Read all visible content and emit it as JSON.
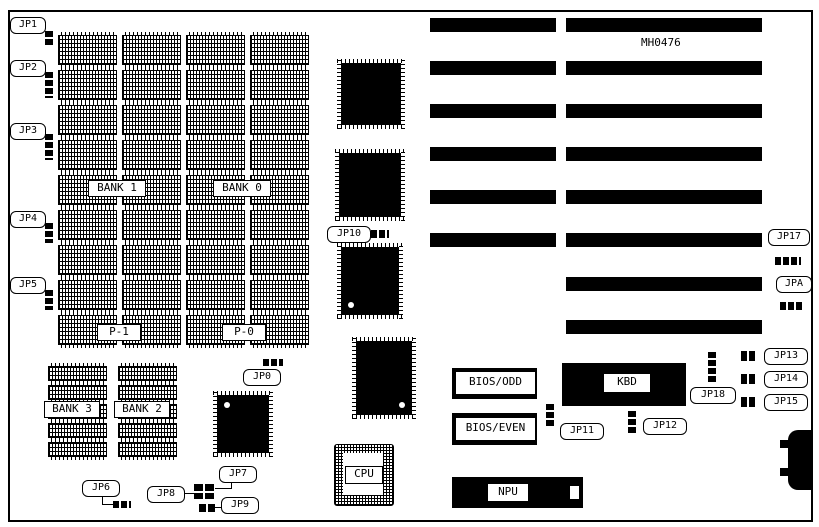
{
  "board": {
    "part_number": "MH0476"
  },
  "jumpers": {
    "jp0": "JP0",
    "jp1": "JP1",
    "jp2": "JP2",
    "jp3": "JP3",
    "jp4": "JP4",
    "jp5": "JP5",
    "jp6": "JP6",
    "jp7": "JP7",
    "jp8": "JP8",
    "jp9": "JP9",
    "jp10": "JP10",
    "jp11": "JP11",
    "jp12": "JP12",
    "jp13": "JP13",
    "jp14": "JP14",
    "jp15": "JP15",
    "jp17": "JP17",
    "jp18": "JP18",
    "jpa": "JPA"
  },
  "memory": {
    "bank0": "BANK 0",
    "bank1": "BANK 1",
    "bank2": "BANK 2",
    "bank3": "BANK 3",
    "p0": "P-0",
    "p1": "P-1"
  },
  "chips": {
    "bios_odd": "BIOS/ODD",
    "bios_even": "BIOS/EVEN",
    "kbd": "KBD",
    "cpu": "CPU",
    "npu": "NPU"
  }
}
